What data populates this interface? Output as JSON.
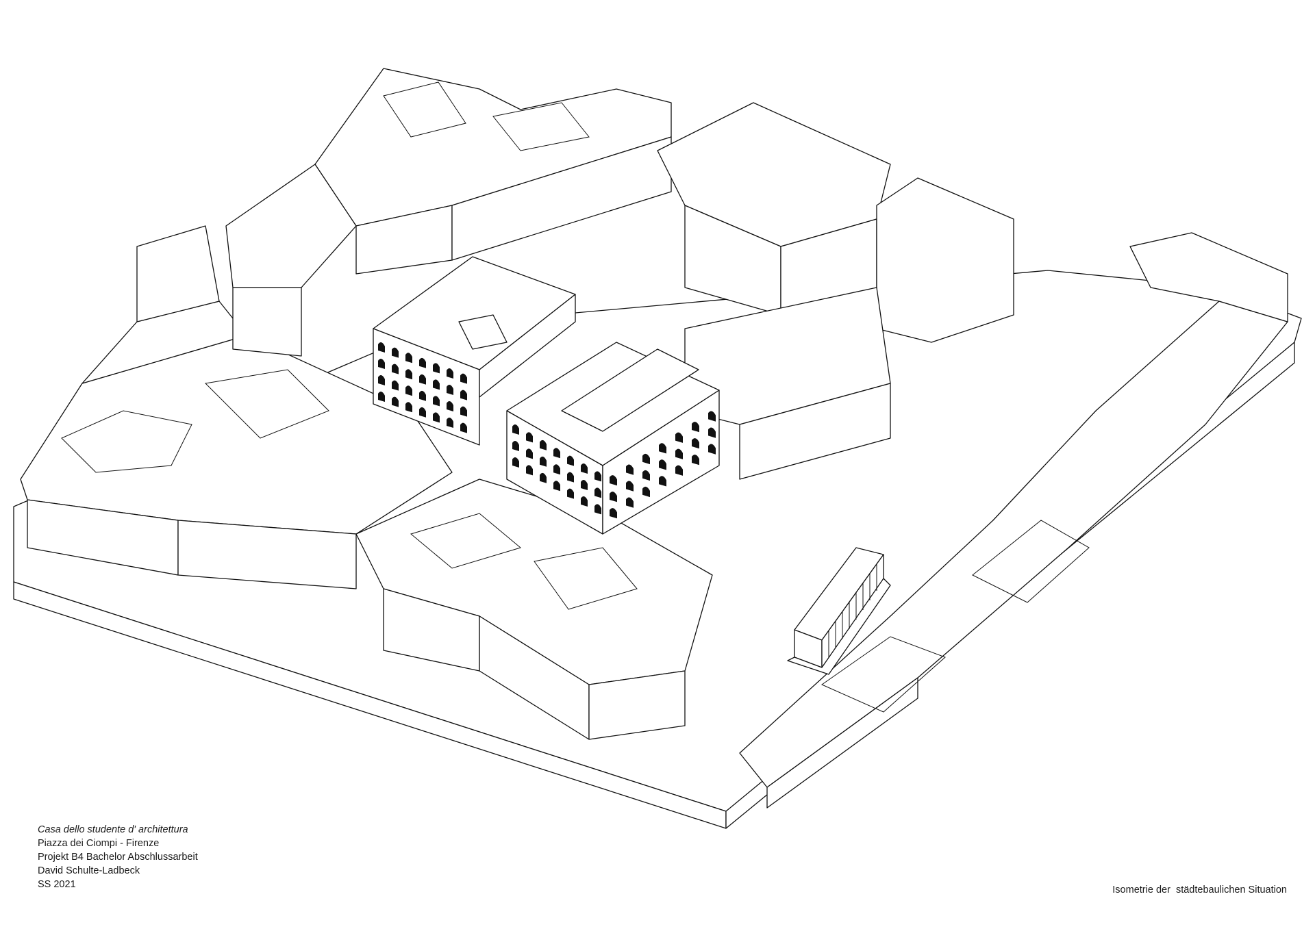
{
  "caption": {
    "title": "Casa dello studente d' architettura",
    "location": "Piazza dei Ciompi - Firenze",
    "project": "Projekt B4 Bachelor Abschlussarbeit",
    "author": "David Schulte-Ladbeck",
    "semester": "SS 2021"
  },
  "sheet_label": "Isometrie der  städtebaulichen Situation",
  "colors": {
    "line": "#111111",
    "paper": "#ffffff"
  }
}
